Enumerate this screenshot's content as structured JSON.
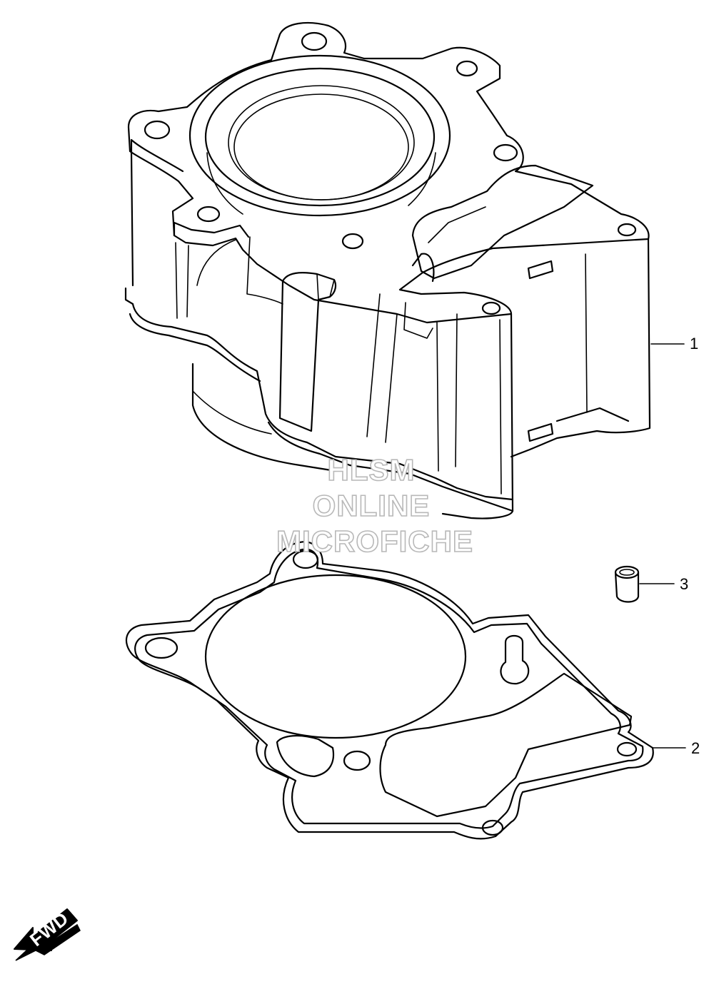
{
  "callouts": [
    {
      "label": "1"
    },
    {
      "label": "2"
    },
    {
      "label": "3"
    }
  ],
  "watermark": {
    "line1": "HLSM",
    "line2": "ONLINE",
    "line3": "MICROFICHE"
  },
  "direction_arrow": {
    "label": "FWD"
  }
}
